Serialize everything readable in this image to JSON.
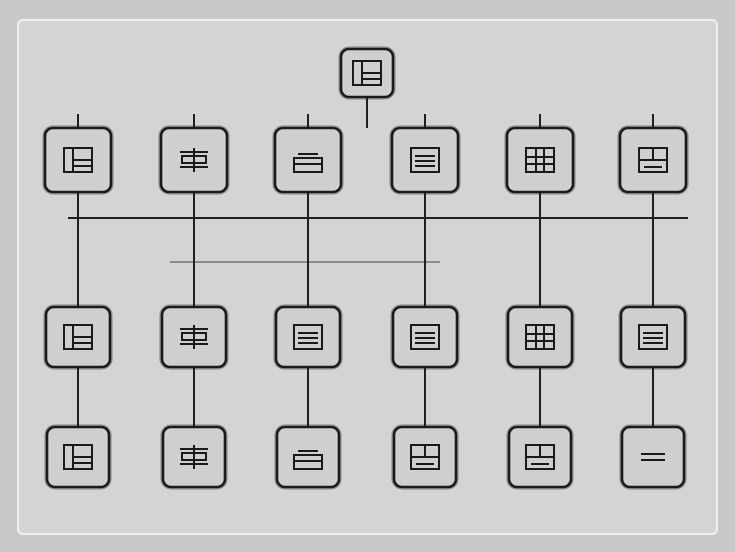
{
  "colors": {
    "background": "#c9c9c9",
    "panel": "#d4d4d4",
    "panel_border": "#efefef",
    "line": "#202020",
    "node_fill": "#cfcfcf",
    "node_border": "#1a1a1a"
  },
  "diagram": {
    "kind": "hierarchy-grid",
    "root": {
      "id": "root",
      "glyph": "window-grid-icon"
    },
    "rows": [
      {
        "id": "row-1",
        "nodes": [
          {
            "id": "r1c1",
            "glyph": "window-grid-icon"
          },
          {
            "id": "r1c2",
            "glyph": "stacked-bars-icon"
          },
          {
            "id": "r1c3",
            "glyph": "panel-icon"
          },
          {
            "id": "r1c4",
            "glyph": "list-icon"
          },
          {
            "id": "r1c5",
            "glyph": "table-icon"
          },
          {
            "id": "r1c6",
            "glyph": "split-panel-icon"
          }
        ]
      },
      {
        "id": "row-2",
        "nodes": [
          {
            "id": "r2c1",
            "glyph": "window-grid-icon"
          },
          {
            "id": "r2c2",
            "glyph": "stacked-bars-icon"
          },
          {
            "id": "r2c3",
            "glyph": "list-icon"
          },
          {
            "id": "r2c4",
            "glyph": "list-icon"
          },
          {
            "id": "r2c5",
            "glyph": "table-icon"
          },
          {
            "id": "r2c6",
            "glyph": "list-icon"
          }
        ]
      },
      {
        "id": "row-3",
        "nodes": [
          {
            "id": "r3c1",
            "glyph": "window-grid-icon"
          },
          {
            "id": "r3c2",
            "glyph": "stacked-bars-icon"
          },
          {
            "id": "r3c3",
            "glyph": "panel-icon"
          },
          {
            "id": "r3c4",
            "glyph": "split-panel-icon"
          },
          {
            "id": "r3c5",
            "glyph": "split-panel-icon"
          },
          {
            "id": "r3c6",
            "glyph": "dash-icon"
          }
        ]
      }
    ],
    "connectors": [
      {
        "from": "root",
        "to": "bus"
      },
      {
        "from": "bus",
        "to": "r1c1"
      },
      {
        "from": "r1c1",
        "to": "r2c1"
      },
      {
        "from": "r2c1",
        "to": "r3c1"
      },
      {
        "from": "r1c2",
        "to": "r2c2"
      },
      {
        "from": "r2c2",
        "to": "r3c2"
      },
      {
        "from": "r1c3",
        "to": "r2c3"
      },
      {
        "from": "r2c3",
        "to": "r3c3"
      },
      {
        "from": "r1c4",
        "to": "r2c4"
      },
      {
        "from": "r2c4",
        "to": "r3c4"
      },
      {
        "from": "r1c5",
        "to": "r2c5"
      },
      {
        "from": "r2c5",
        "to": "r3c5"
      },
      {
        "from": "r1c6",
        "to": "r2c6"
      },
      {
        "from": "r2c6",
        "to": "r3c6"
      }
    ]
  }
}
